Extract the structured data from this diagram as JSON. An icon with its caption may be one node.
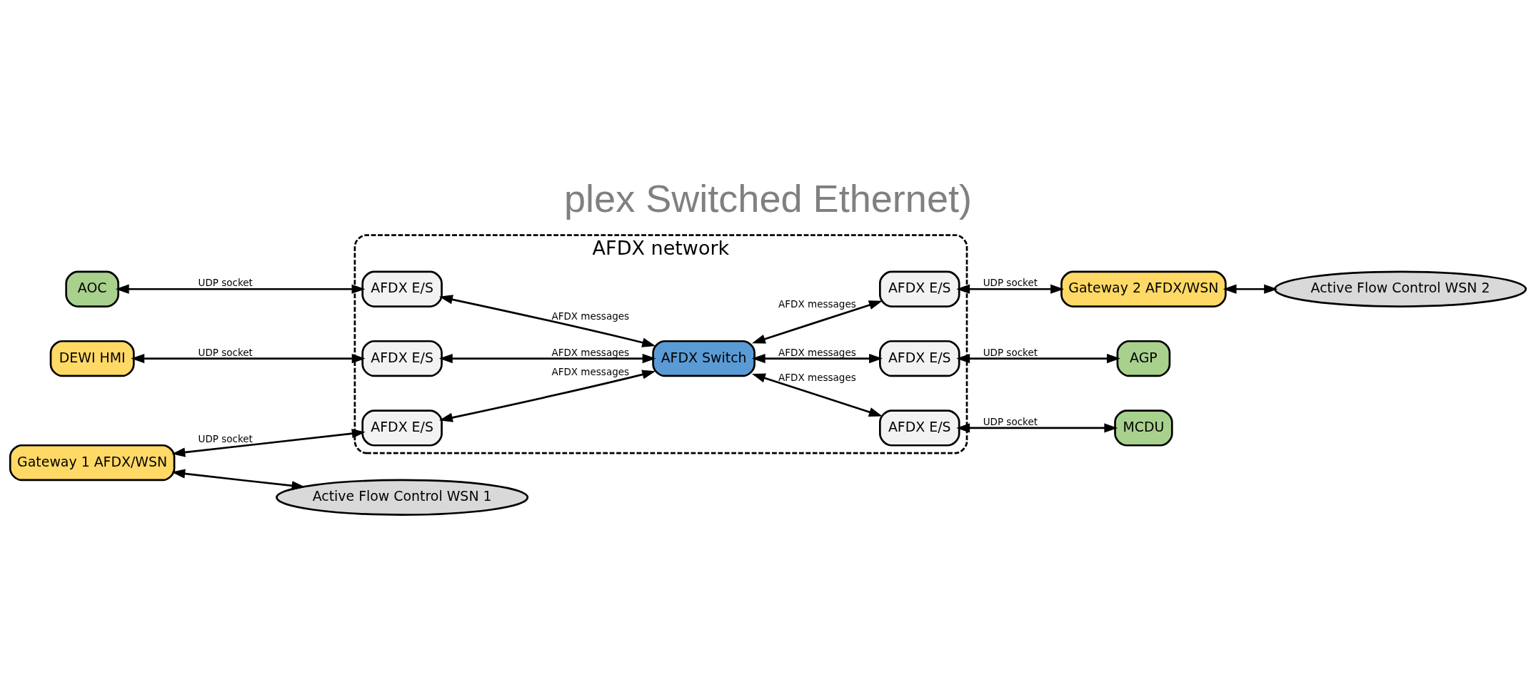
{
  "diagram": {
    "title": "plex Switched Ethernet)",
    "nodes": [
      {
        "text": [
          "AFDX network"
        ]
      },
      {
        "text": [
          "DEWI HMI"
        ]
      },
      {
        "text": [
          "Gateway 1 AFDX/WSN"
        ]
      },
      {
        "text": [
          "Active Flow Control WSN 1"
        ]
      },
      {
        "text": [
          "AFDX E/S"
        ],
        "in": 0
      },
      {
        "text": [
          "AFDX E/S"
        ],
        "in": 0
      },
      {
        "text": [
          "AOC"
        ]
      },
      {
        "text": [
          "AFDX E/S"
        ],
        "in": 0
      },
      {
        "text": [
          "AFDX Switch"
        ],
        "in": 0
      },
      {
        "text": [
          "AFDX E/S"
        ],
        "in": 0
      },
      {
        "text": [
          "Gateway 2 AFDX/WSN"
        ]
      },
      {
        "text": [
          "Active Flow Control WSN 2"
        ]
      },
      {
        "text": [
          "AFDX E/S"
        ],
        "in": 0
      },
      {
        "text": [
          "AFDX E/S"
        ],
        "in": 0
      },
      {
        "text": [
          "AGP"
        ]
      },
      {
        "text": [
          "MCDU"
        ]
      }
    ],
    "edges": [
      {
        "from": 1,
        "to": 4,
        "arrow": "both",
        "label": "UDP socket"
      },
      {
        "from": 2,
        "to": 3,
        "arrow": "both"
      },
      {
        "from": 2,
        "to": 5,
        "arrow": "both",
        "label": "UDP socket"
      },
      {
        "from": 4,
        "to": 8,
        "arrow": "both",
        "label": "AFDX messages"
      },
      {
        "from": 5,
        "to": 8,
        "arrow": "both",
        "label": "AFDX messages"
      },
      {
        "from": 6,
        "to": 7,
        "arrow": "both",
        "label": "UDP socket"
      },
      {
        "from": 7,
        "to": 8,
        "arrow": "both",
        "label": "AFDX messages"
      },
      {
        "from": 8,
        "to": 9,
        "arrow": "both",
        "label": "AFDX messages"
      },
      {
        "from": 9,
        "to": 10,
        "arrow": "both",
        "label": "UDP socket"
      },
      {
        "from": 10,
        "to": 11,
        "arrow": "both"
      },
      {
        "from": 8,
        "to": 12,
        "arrow": "both",
        "label": "AFDX messages"
      },
      {
        "from": 8,
        "to": 13,
        "arrow": "both",
        "label": "AFDX messages"
      },
      {
        "from": 12,
        "to": 14,
        "arrow": "both",
        "label": "UDP socket"
      },
      {
        "from": 13,
        "to": 15,
        "arrow": "both",
        "label": "UDP socket"
      }
    ]
  }
}
